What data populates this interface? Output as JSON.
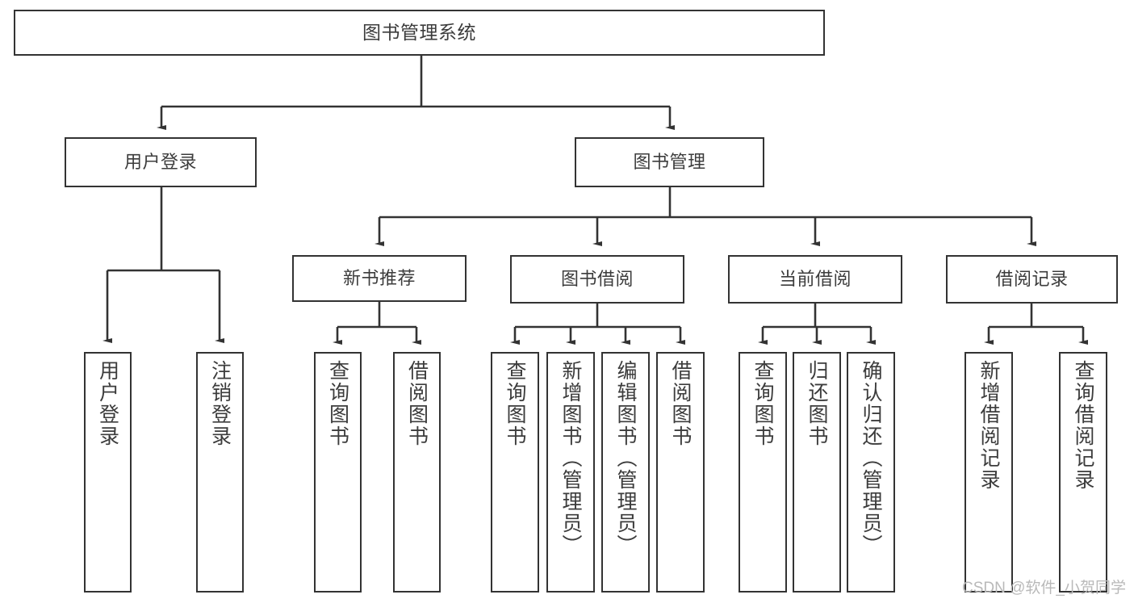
{
  "diagram": {
    "title": "图书管理系统",
    "type": "tree-functional-structure",
    "watermark": "CSDN @软件_小贺同学",
    "colors": {
      "box_border": "#333333",
      "box_fill": "#ffffff",
      "text": "#3c3c3c",
      "connector": "#333333",
      "watermark": "#b9b9b9",
      "background": "#ffffff"
    }
  },
  "nodes": {
    "root": {
      "label": "图书管理系统"
    },
    "level2": [
      {
        "label": "用户登录"
      },
      {
        "label": "图书管理"
      }
    ],
    "level3": [
      {
        "label": "新书推荐"
      },
      {
        "label": "图书借阅"
      },
      {
        "label": "当前借阅"
      },
      {
        "label": "借阅记录"
      }
    ],
    "leaves": {
      "user_login": [
        {
          "label": "用户登录"
        },
        {
          "label": "注销登录"
        }
      ],
      "new_book_recommend": [
        {
          "label": "查询图书"
        },
        {
          "label": "借阅图书"
        }
      ],
      "book_borrow": [
        {
          "label": "查询图书"
        },
        {
          "label": "新增图书（管理员）"
        },
        {
          "label": "编辑图书（管理员）"
        },
        {
          "label": "借阅图书"
        }
      ],
      "current_borrow": [
        {
          "label": "查询图书"
        },
        {
          "label": "归还图书"
        },
        {
          "label": "确认归还（管理员）"
        }
      ],
      "borrow_record": [
        {
          "label": "新增借阅记录"
        },
        {
          "label": "查询借阅记录"
        }
      ]
    }
  }
}
